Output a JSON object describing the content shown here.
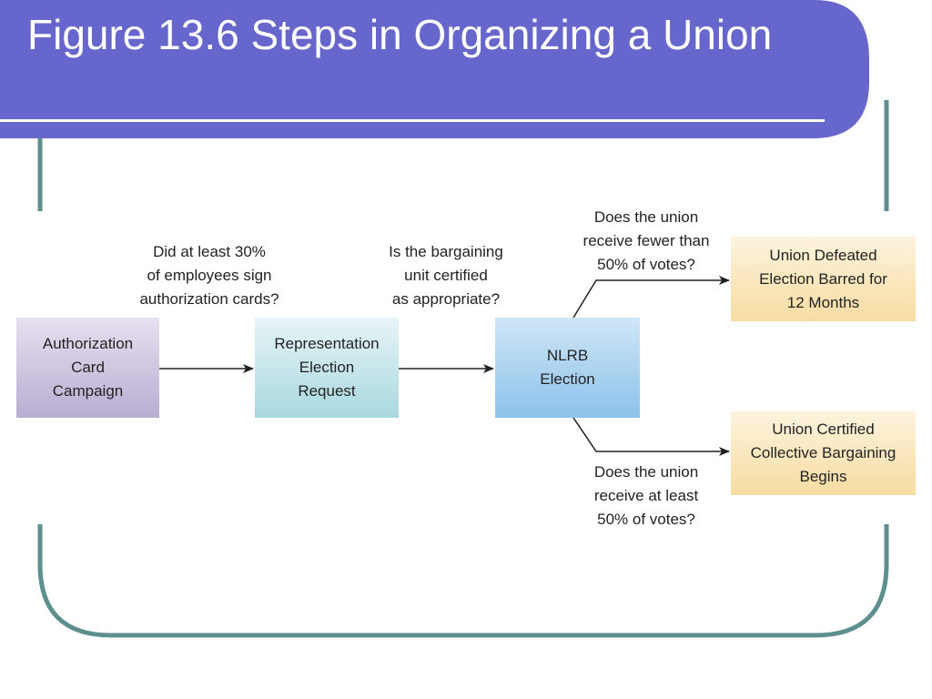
{
  "slide": {
    "title": "Figure 13.6  Steps in Organizing a Union"
  },
  "diagram": {
    "boxes": {
      "authorization": "Authorization\nCard\nCampaign",
      "representation": "Representation\nElection\nRequest",
      "nlrb": "NLRB\nElection",
      "defeated": "Union Defeated\nElection Barred for\n12 Months",
      "certified": "Union Certified\nCollective Bargaining\nBegins"
    },
    "questions": {
      "thirty_percent": "Did at least 30%\nof employees sign\nauthorization cards?",
      "unit_certified": "Is the bargaining\nunit certified\nas appropriate?",
      "fewer_than_fifty": "Does the union\nreceive fewer than\n50% of votes?",
      "at_least_fifty": "Does the union\nreceive at least\n50% of votes?"
    },
    "colors": {
      "title_band": "#6666cc",
      "frame": "#5e8f8f",
      "authorization_box": "#b9add2",
      "representation_box": "#a9d8e0",
      "nlrb_box": "#8dc2ea",
      "outcome_box": "#f7dca2",
      "arrow": "#222222"
    }
  }
}
